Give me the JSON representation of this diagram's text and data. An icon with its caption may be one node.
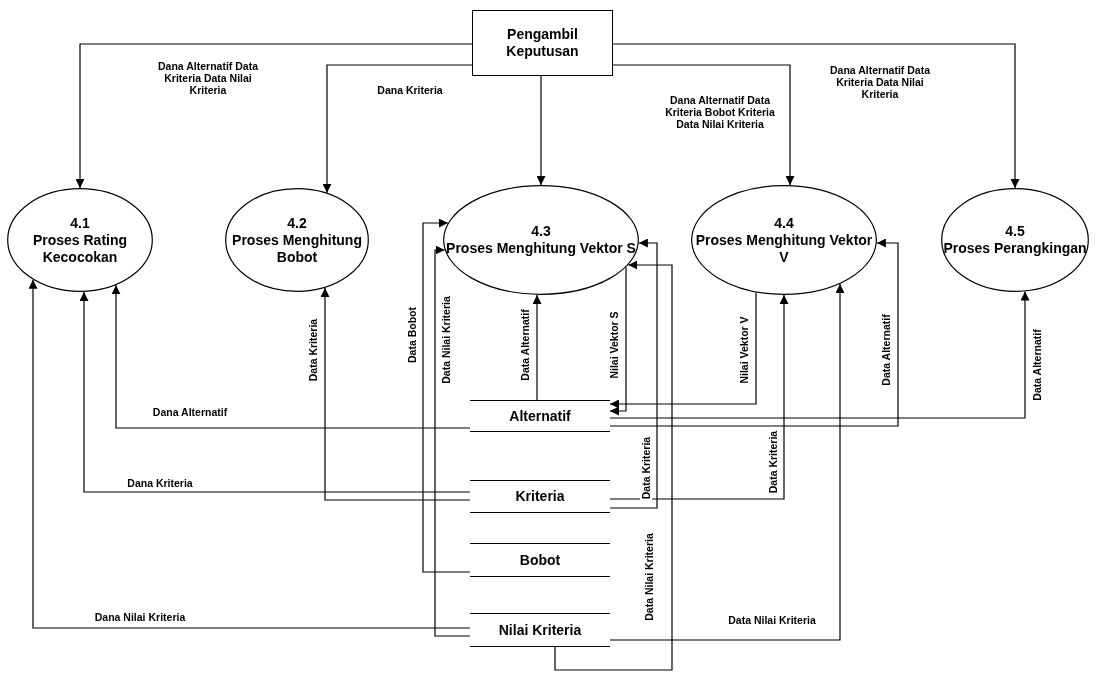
{
  "diagram": {
    "nodes": [
      {
        "text": [
          "Pengambil Keputusan"
        ]
      },
      {
        "text": [
          "4.1",
          "Proses Rating Kecocokan"
        ]
      },
      {
        "text": [
          "4.2",
          "Proses Menghitung Bobot"
        ]
      },
      {
        "text": [
          "4.3",
          "Proses Menghitung Vektor S"
        ]
      },
      {
        "text": [
          "4.4",
          "Proses Menghitung Vektor V"
        ]
      },
      {
        "text": [
          "4.5",
          "Proses Perangkingan"
        ]
      },
      {
        "text": [
          "Alternatif"
        ]
      },
      {
        "text": [
          "Kriteria"
        ]
      },
      {
        "text": [
          "Bobot"
        ]
      },
      {
        "text": [
          "Nilai Kriteria"
        ]
      }
    ],
    "edges": [
      {
        "from": 0,
        "to": 1,
        "arrow": "to",
        "label": "Dana Alternatif Data Kriteria Data Nilai Kriteria"
      },
      {
        "from": 0,
        "to": 2,
        "arrow": "to",
        "label": "Dana Kriteria"
      },
      {
        "from": 0,
        "to": 3,
        "arrow": "to"
      },
      {
        "from": 0,
        "to": 4,
        "arrow": "to",
        "label": "Dana Alternatif Data Kriteria Bobot Kriteria Data Nilai Kriteria"
      },
      {
        "from": 0,
        "to": 5,
        "arrow": "to",
        "label": "Dana Alternatif Data Kriteria Data Nilai Kriteria"
      },
      {
        "from": 6,
        "to": 1,
        "arrow": "to",
        "label": "Dana Alternatif"
      },
      {
        "from": 7,
        "to": 1,
        "arrow": "to",
        "label": "Dana Kriteria"
      },
      {
        "from": 9,
        "to": 1,
        "arrow": "to",
        "label": "Dana Nilai Kriteria"
      },
      {
        "from": 7,
        "to": 2,
        "arrow": "to",
        "label": "Data Kriteria"
      },
      {
        "from": 8,
        "to": 3,
        "arrow": "to",
        "label": "Data Bobot"
      },
      {
        "from": 9,
        "to": 3,
        "arrow": "to",
        "label": "Data Nilai Kriteria"
      },
      {
        "from": 6,
        "to": 3,
        "arrow": "to",
        "label": "Data Alternatif"
      },
      {
        "from": 3,
        "to": 6,
        "arrow": "to",
        "label": "Nilai Vektor S"
      },
      {
        "from": 4,
        "to": 6,
        "arrow": "to",
        "label": "Nilai Vektor V"
      },
      {
        "from": 6,
        "to": 4,
        "arrow": "to",
        "label": "Data Alternatif"
      },
      {
        "from": 6,
        "to": 5,
        "arrow": "to",
        "label": "Data Alternatif"
      },
      {
        "from": 7,
        "to": 3,
        "arrow": "to",
        "label": "Data Kriteria"
      },
      {
        "from": 9,
        "to": 3,
        "arrow": "to",
        "label": "Data Nilai Kriteria"
      },
      {
        "from": 7,
        "to": 4,
        "arrow": "to",
        "label": "Data Kriteria"
      },
      {
        "from": 9,
        "to": 4,
        "arrow": "to",
        "label": "Data Nilai Kriteria"
      }
    ]
  }
}
